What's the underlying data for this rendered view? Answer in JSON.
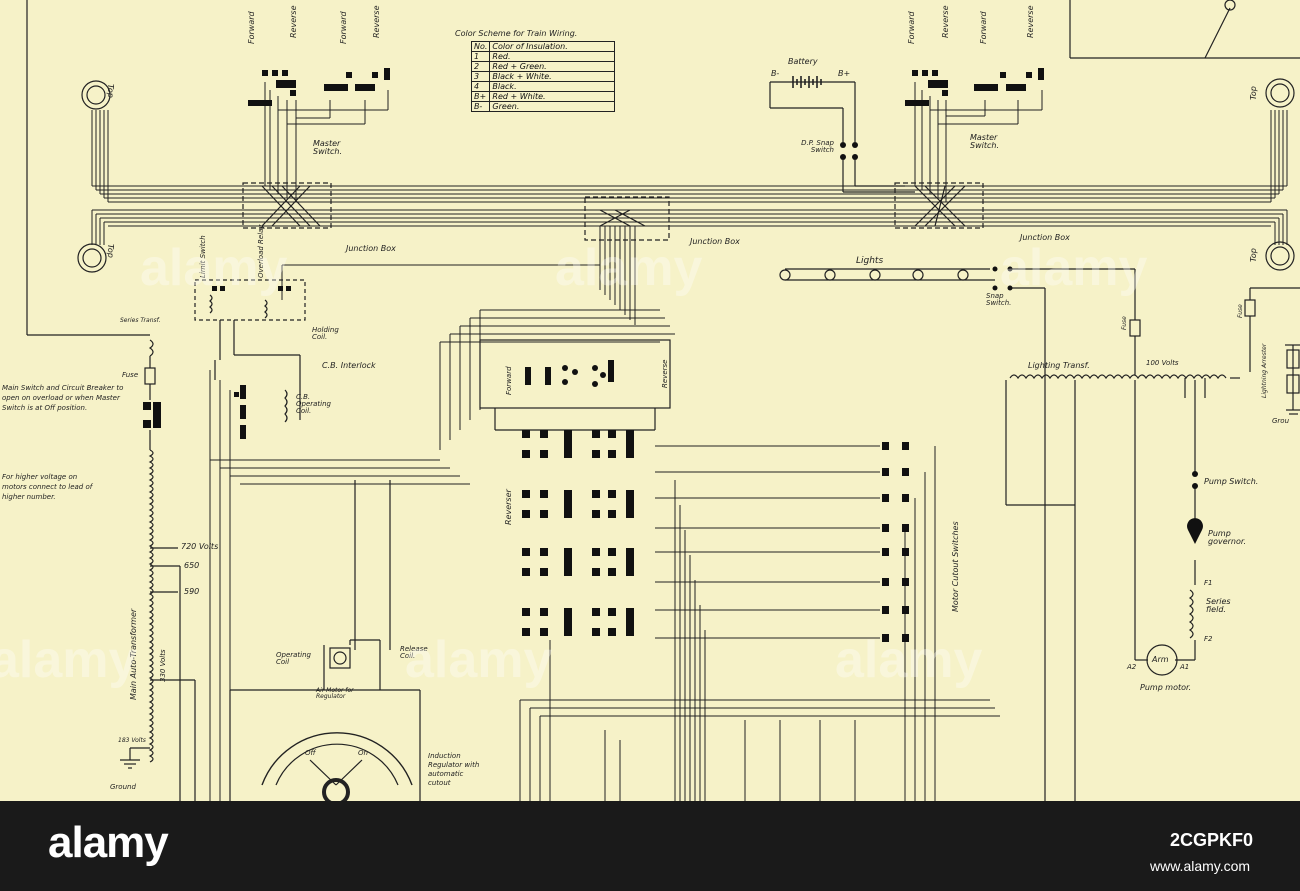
{
  "diagram": {
    "color_scheme": {
      "title": "Color Scheme for Train Wiring.",
      "headers": [
        "No.",
        "Color of Insulation."
      ],
      "rows": [
        [
          "1",
          "Red."
        ],
        [
          "2",
          "Red + Green."
        ],
        [
          "3",
          "Black + White."
        ],
        [
          "4",
          "Black."
        ],
        [
          "B+",
          "Red + White."
        ],
        [
          "B-",
          "Green."
        ]
      ]
    },
    "labels": {
      "forward_left": "Forward",
      "reverse_left": "Reverse",
      "forward_left2": "Forward",
      "reverse_left2": "Reverse",
      "forward_right": "Forward",
      "reverse_right": "Reverse",
      "forward_right2": "Forward",
      "reverse_right2": "Reverse",
      "master_switch_left": "Master Switch.",
      "master_switch_right": "Master Switch.",
      "battery": "Battery",
      "b_minus": "B-",
      "b_plus": "B+",
      "dp_snap_switch": "D.P. Snap Switch",
      "junction_box_left": "Junction Box",
      "junction_box_mid": "Junction Box",
      "junction_box_right": "Junction Box",
      "top_left_upper": "Top",
      "top_left_lower": "Top",
      "top_right_upper": "Top",
      "top_right_lower": "Top",
      "limit_switch": "Limit Switch",
      "overload_relay": "Overload Relay",
      "series_transf": "Series Transf.",
      "holding_coil": "Holding Coil.",
      "cb_interlock": "C.B. Interlock",
      "cb_operating_coil": "C.B. Operating Coil.",
      "fuse_left": "Fuse",
      "main_switch_note": "Main Switch and Circuit Breaker to open on overload or when Master Switch is at Off position.",
      "higher_voltage_note": "For higher voltage on motors connect to lead of higher number.",
      "v720": "720 Volts",
      "v650": "650",
      "v590": "590",
      "main_auto_transformer": "Main Auto-Transformer",
      "v330": "330 Volts",
      "v183": "183 Volts",
      "ground_left": "Ground",
      "operating_coil": "Operating Coil",
      "release_coil": "Release Coil.",
      "air_motor": "Air Motor for Regulator",
      "induction_regulator": "Induction Regulator with automatic cutout",
      "off": "Off",
      "on": "On",
      "reverser": "Reverser",
      "forward_mid": "Forward",
      "reverse_mid": "Reverse",
      "motor_cutout": "Motor Cutout Switches",
      "lights": "Lights",
      "snap_switch": "Snap Switch.",
      "fuse_right": "Fuse",
      "fuse_right2": "Fuse",
      "lighting_transf": "Lighting Transf.",
      "v100": "100 Volts",
      "lightning_arrester": "Lightning Arrester",
      "ground_right": "Grou",
      "pump_switch": "Pump Switch.",
      "pump_governor": "Pump governor.",
      "series_field": "Series field.",
      "f1": "F1",
      "f2": "F2",
      "arm": "Arm",
      "a1": "A1",
      "a2": "A2",
      "pump_motor": "Pump motor."
    }
  },
  "watermark": {
    "text": "alamy"
  },
  "footer": {
    "brand": "alamy",
    "image_code": "2CGPKF0",
    "site": "www.alamy.com"
  }
}
